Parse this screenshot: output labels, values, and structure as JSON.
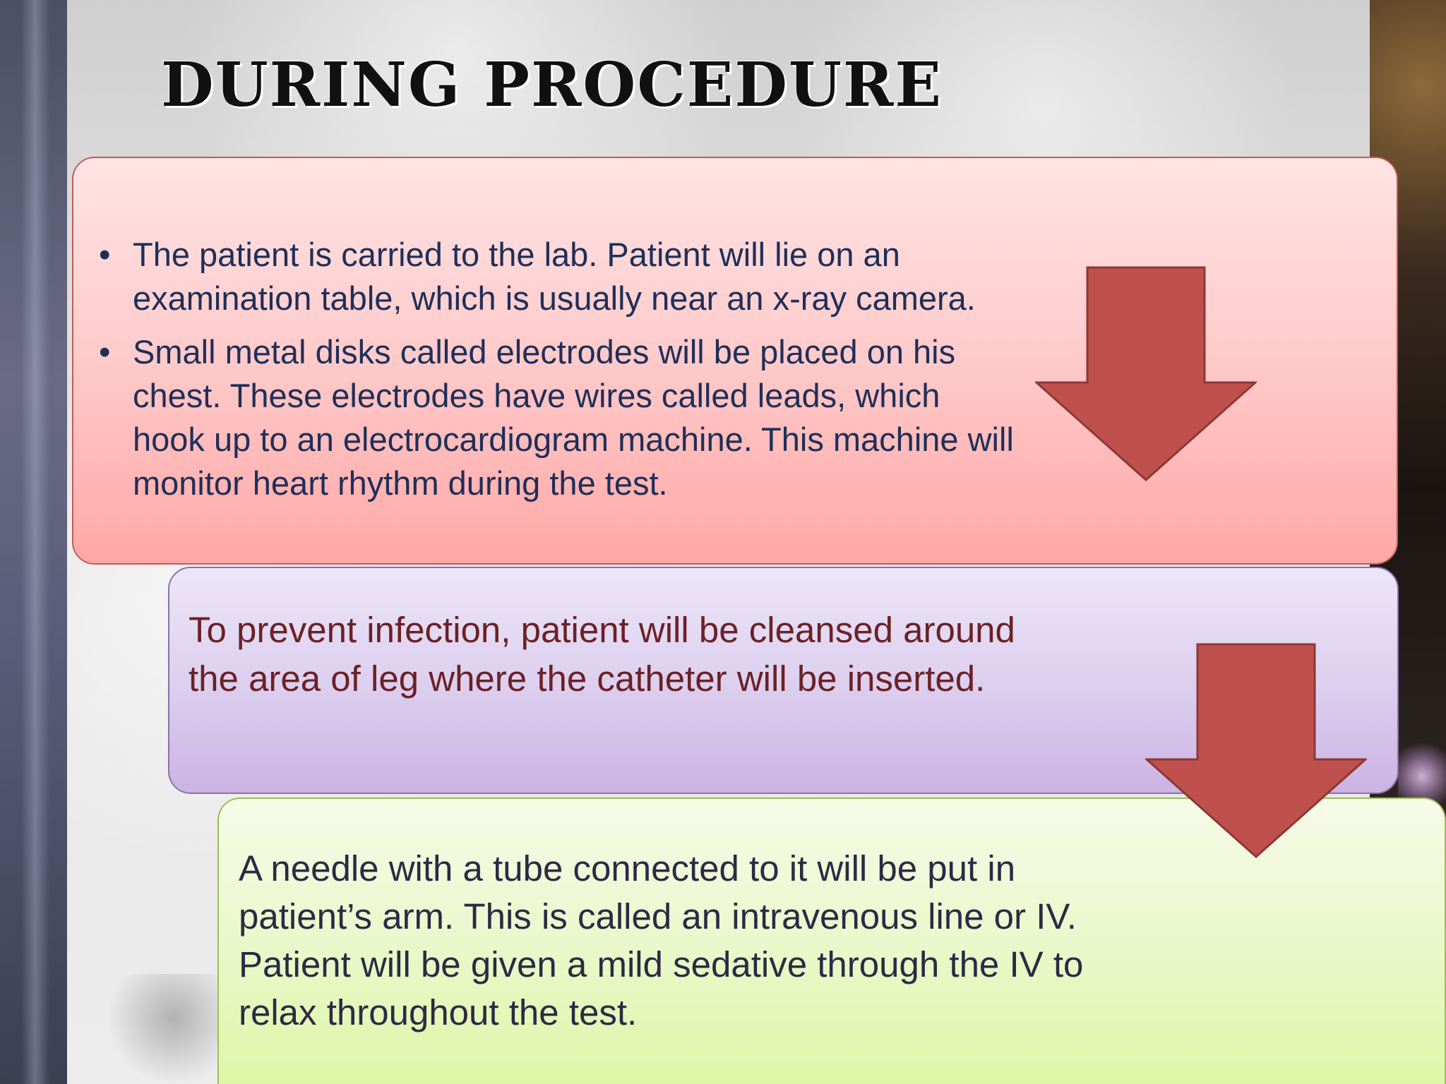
{
  "slide": {
    "title": "DURING PROCEDURE"
  },
  "step1": {
    "bullets": [
      "The patient is carried to the lab.  Patient will lie on an examination table, which is usually near an x-ray camera.",
      "Small metal disks called electrodes will be placed on his chest. These electrodes have wires called leads, which hook up to an electrocardiogram machine. This machine will monitor heart rhythm during the test."
    ],
    "bullet_char": "•"
  },
  "step2": {
    "text": "To prevent infection, patient will be cleansed around the area of  leg where the catheter will be inserted."
  },
  "step3": {
    "text": "A needle with a tube connected to it will be put in patient’s arm. This is called an intravenous line or IV. Patient will be given a mild sedative through the IV to relax  throughout the test."
  },
  "colors": {
    "arrow_fill": "#c0504d",
    "arrow_stroke": "#8c3836",
    "title": "#111111",
    "step1_text": "#1f2f58",
    "step2_text": "#6b2126",
    "step3_text": "#2c2a44"
  },
  "icons": {
    "arrow1": "down-arrow-icon",
    "arrow2": "down-arrow-icon"
  }
}
